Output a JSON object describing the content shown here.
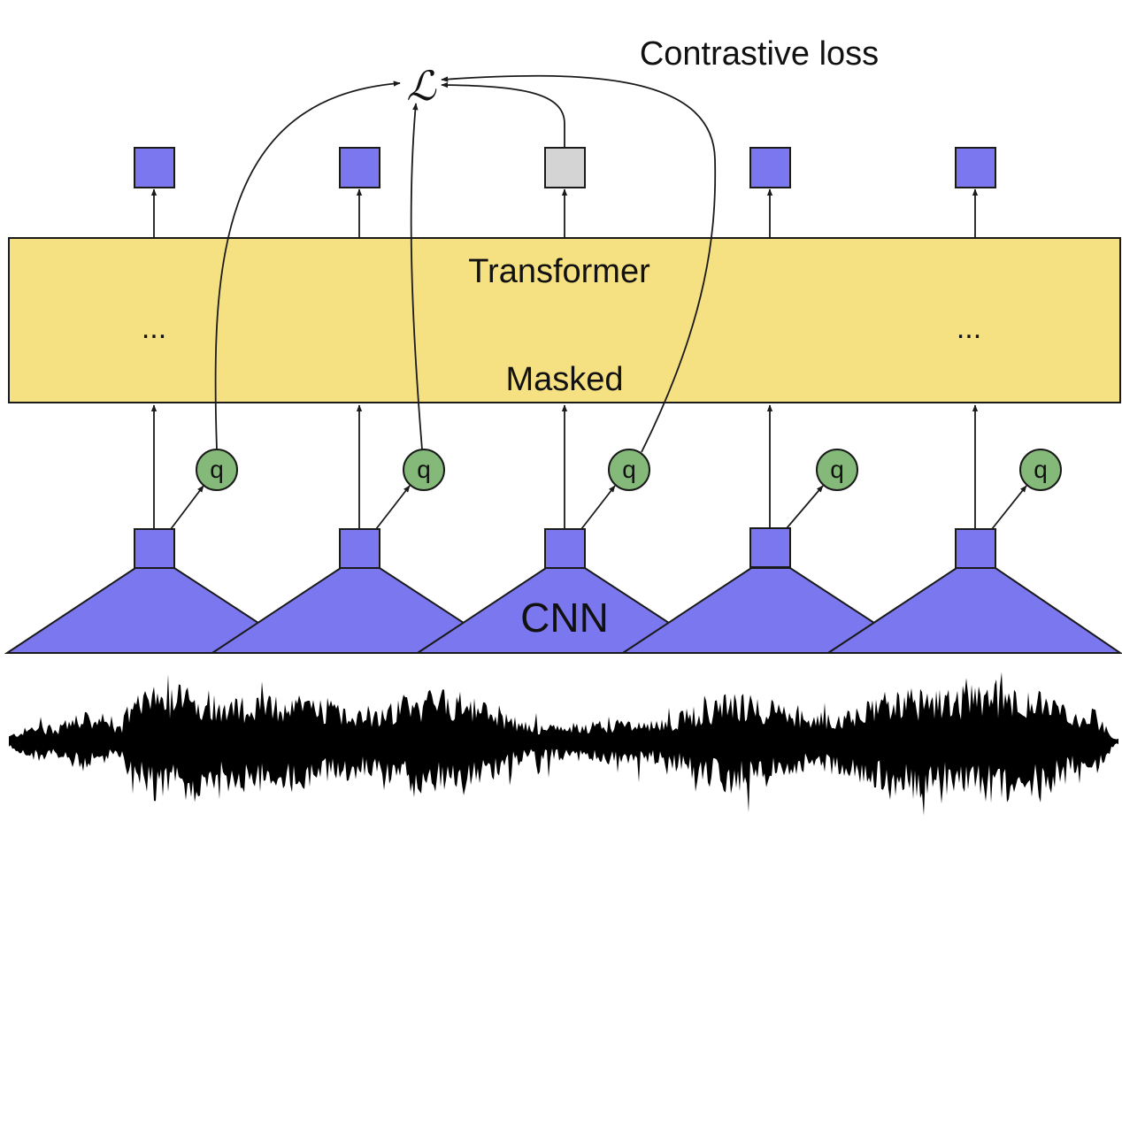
{
  "labels": {
    "loss_caption": "Contrastive loss",
    "loss_symbol": "ℒ",
    "transformer": "Transformer",
    "masked": "Masked",
    "ellipsis_left": "...",
    "ellipsis_right": "...",
    "cnn": "CNN",
    "quantizer": "q"
  },
  "columns": [
    {
      "name": "column-1",
      "output": "context",
      "has_quantizer": true,
      "feeds_loss": true
    },
    {
      "name": "column-2",
      "output": "context",
      "has_quantizer": true,
      "feeds_loss": true
    },
    {
      "name": "column-3",
      "output": "masked",
      "has_quantizer": true,
      "feeds_loss": true,
      "masked_output_feeds_loss": true
    },
    {
      "name": "column-4",
      "output": "context",
      "has_quantizer": true,
      "feeds_loss": false
    },
    {
      "name": "column-5",
      "output": "context",
      "has_quantizer": true,
      "feeds_loss": false
    }
  ],
  "colors": {
    "cnn_fill": "#7b78ef",
    "output_fill": "#7b78ef",
    "masked_output_fill": "#d4d4d4",
    "transformer_fill": "#f5e182",
    "quantizer_fill": "#84b97a",
    "waveform": "#000000",
    "stroke": "#1a1a1a"
  },
  "icons": {
    "waveform": "audio-waveform-icon"
  }
}
